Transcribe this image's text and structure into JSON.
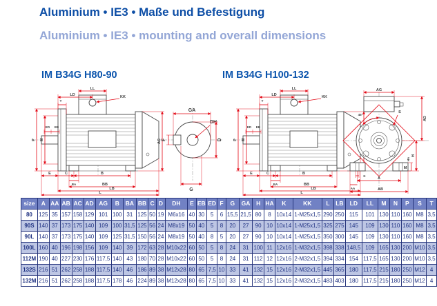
{
  "page": {
    "title_de": "Aluminium • IE3 • Maße und Befestigung",
    "title_en": "Aluminium • IE3 • mounting and overall dimensions"
  },
  "diagrams": {
    "left": {
      "title": "IM B34G H80-90"
    },
    "right": {
      "title": "IM B34G H100-132"
    }
  },
  "labels": {
    "LL": "LL",
    "LD": "LD",
    "KK": "KK",
    "T": "T",
    "ED": "ED",
    "EB": "EB",
    "P": "P",
    "M": "M",
    "AC": "AC",
    "E": "E",
    "C": "C",
    "B": "B",
    "BA": "BA",
    "BB": "BB",
    "LB": "LB",
    "L": "L",
    "GA": "GA",
    "DH": "DH",
    "F": "F",
    "D": "D",
    "G": "G",
    "AG": "AG",
    "S": "S",
    "AD": "AD",
    "H": "H",
    "HA": "HA",
    "K": "K",
    "A": "A",
    "AA": "AA",
    "AB": "AB",
    "angle45": "45°"
  },
  "colors": {
    "title_blue": "#0d4ea6",
    "subtitle_blue": "#93a6d6",
    "diagram_title_blue": "#0c55ad",
    "dimension_red": "#e30613",
    "drawing_gray": "#474747",
    "table_header_bg": "#7181c4",
    "table_alt_row_bg": "#bdc6e4",
    "table_border": "#27357c",
    "table_text": "#1c2f80"
  },
  "table": {
    "columns": [
      "size",
      "A",
      "AA",
      "AB",
      "AC",
      "AD",
      "AG",
      "B",
      "BA",
      "BB",
      "C",
      "D",
      "DH",
      "E",
      "EB",
      "ED",
      "F",
      "G",
      "GA",
      "H",
      "HA",
      "K",
      "KK",
      "L",
      "LB",
      "LD",
      "LL",
      "M",
      "N",
      "P",
      "S",
      "T"
    ],
    "rows": [
      [
        "80",
        "125",
        "35",
        "157",
        "158",
        "129",
        "101",
        "100",
        "31",
        "125",
        "50",
        "19",
        "M6x16",
        "40",
        "30",
        "5",
        "6",
        "15,5",
        "21,5",
        "80",
        "8",
        "10x14",
        "1-M25x1,5",
        "290",
        "250",
        "115",
        "101",
        "130",
        "110",
        "160",
        "M8",
        "3,5"
      ],
      [
        "90S",
        "140",
        "37",
        "173",
        "175",
        "140",
        "109",
        "100",
        "31,5",
        "125",
        "56",
        "24",
        "M8x19",
        "50",
        "40",
        "5",
        "8",
        "20",
        "27",
        "90",
        "10",
        "10x14",
        "1-M25x1,5",
        "325",
        "275",
        "145",
        "109",
        "130",
        "110",
        "160",
        "M8",
        "3,5"
      ],
      [
        "90L",
        "140",
        "37",
        "173",
        "175",
        "140",
        "109",
        "125",
        "31,5",
        "150",
        "56",
        "24",
        "M8x19",
        "50",
        "40",
        "8",
        "5",
        "20",
        "27",
        "90",
        "10",
        "10x14",
        "1-M25x1,5",
        "350",
        "300",
        "145",
        "109",
        "130",
        "110",
        "160",
        "M8",
        "3,5"
      ],
      [
        "100L",
        "160",
        "40",
        "196",
        "198",
        "156",
        "109",
        "140",
        "39",
        "172",
        "63",
        "28",
        "M10x22",
        "60",
        "50",
        "5",
        "8",
        "24",
        "31",
        "100",
        "11",
        "12x16",
        "1-M32x1,5",
        "398",
        "338",
        "148,5",
        "109",
        "165",
        "130",
        "200",
        "M10",
        "3,5"
      ],
      [
        "112M",
        "190",
        "40",
        "227",
        "230",
        "176",
        "117,5",
        "140",
        "43",
        "180",
        "70",
        "28",
        "M10x22",
        "60",
        "50",
        "5",
        "8",
        "24",
        "31",
        "112",
        "12",
        "12x16",
        "2-M32x1,5",
        "394",
        "334",
        "154",
        "117,5",
        "165",
        "130",
        "200",
        "M10",
        "3,5"
      ],
      [
        "132S",
        "216",
        "51",
        "262",
        "258",
        "188",
        "117,5",
        "140",
        "46",
        "186",
        "89",
        "38",
        "M12x28",
        "80",
        "65",
        "7,5",
        "10",
        "33",
        "41",
        "132",
        "15",
        "12x16",
        "2-M32x1,5",
        "445",
        "365",
        "180",
        "117,5",
        "215",
        "180",
        "250",
        "M12",
        "4"
      ],
      [
        "132M",
        "216",
        "51",
        "262",
        "258",
        "188",
        "117,5",
        "178",
        "46",
        "224",
        "89",
        "38",
        "M12x28",
        "80",
        "65",
        "7,5",
        "10",
        "33",
        "41",
        "132",
        "15",
        "12x16",
        "2-M32x1,5",
        "483",
        "403",
        "180",
        "117,5",
        "215",
        "180",
        "250",
        "M12",
        "4"
      ]
    ]
  }
}
